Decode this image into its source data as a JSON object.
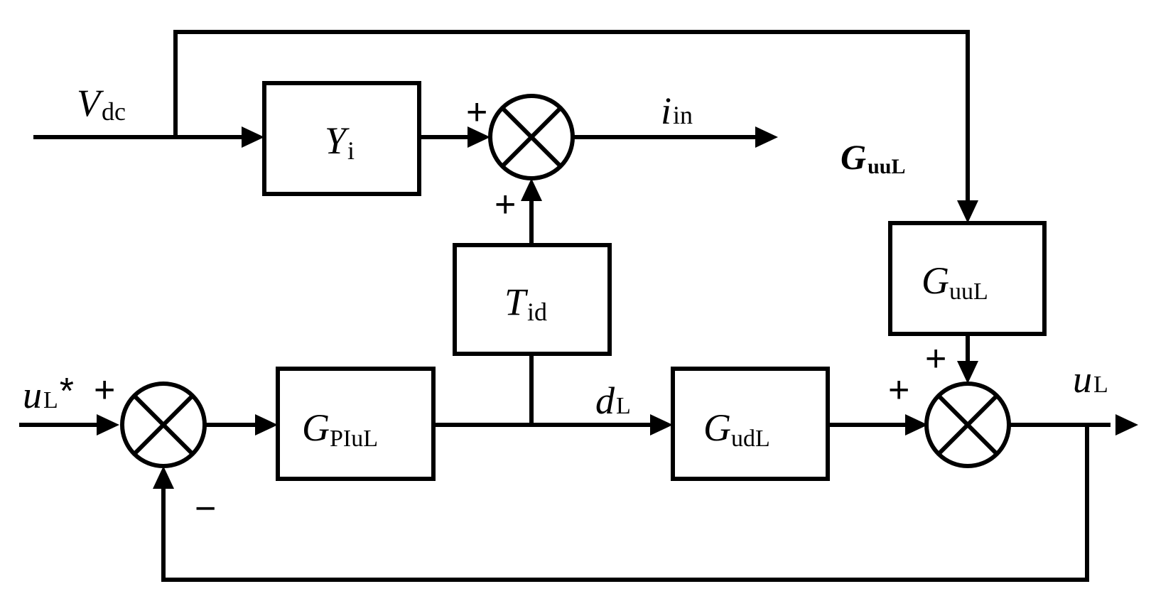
{
  "blocks": {
    "yi": {
      "main": "Y",
      "sub": "i"
    },
    "tid": {
      "main": "T",
      "sub": "id"
    },
    "gpi": {
      "main": "G",
      "sub": "PIuL"
    },
    "gud": {
      "main": "G",
      "sub": "udL"
    },
    "guu": {
      "main": "G",
      "sub": "uuL"
    }
  },
  "signals": {
    "vdc": {
      "main": "V",
      "sub": "dc"
    },
    "iin": {
      "main": "i",
      "sub": "in"
    },
    "guu_label": {
      "main": "G",
      "sub": "uuL"
    },
    "uref": {
      "main": "u",
      "sub": "L",
      "suffix": "*"
    },
    "dl": {
      "main": "d",
      "sub": "L"
    },
    "ul": {
      "main": "u",
      "sub": "L"
    }
  },
  "signs": {
    "sum_top_left": "+",
    "sum_top_bottom": "+",
    "sum_left_in": "+",
    "sum_left_fb": "−",
    "sum_right_top": "+",
    "sum_right_left": "+"
  }
}
